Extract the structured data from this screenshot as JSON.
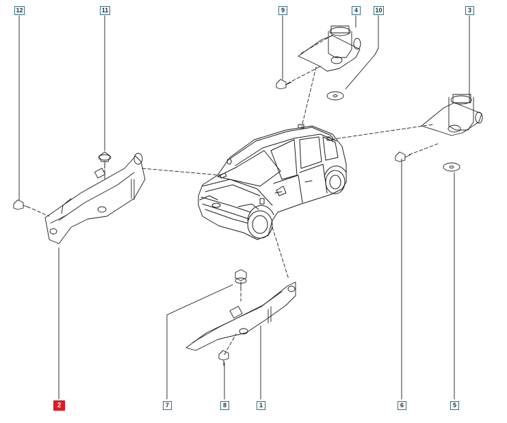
{
  "diagram": {
    "parts": [
      {
        "key": "12",
        "label": "12"
      },
      {
        "key": "11",
        "label": "11"
      },
      {
        "key": "9",
        "label": "9"
      },
      {
        "key": "4",
        "label": "4"
      },
      {
        "key": "10",
        "label": "10"
      },
      {
        "key": "3",
        "label": "3"
      },
      {
        "key": "2",
        "label": "2",
        "highlighted": true
      },
      {
        "key": "7",
        "label": "7"
      },
      {
        "key": "8",
        "label": "8"
      },
      {
        "key": "1",
        "label": "1"
      },
      {
        "key": "6",
        "label": "6"
      },
      {
        "key": "5",
        "label": "5"
      }
    ],
    "colors": {
      "callout_border": "#2c6f86",
      "highlight_fill": "#e31b23",
      "line": "#1a1a1a"
    }
  }
}
